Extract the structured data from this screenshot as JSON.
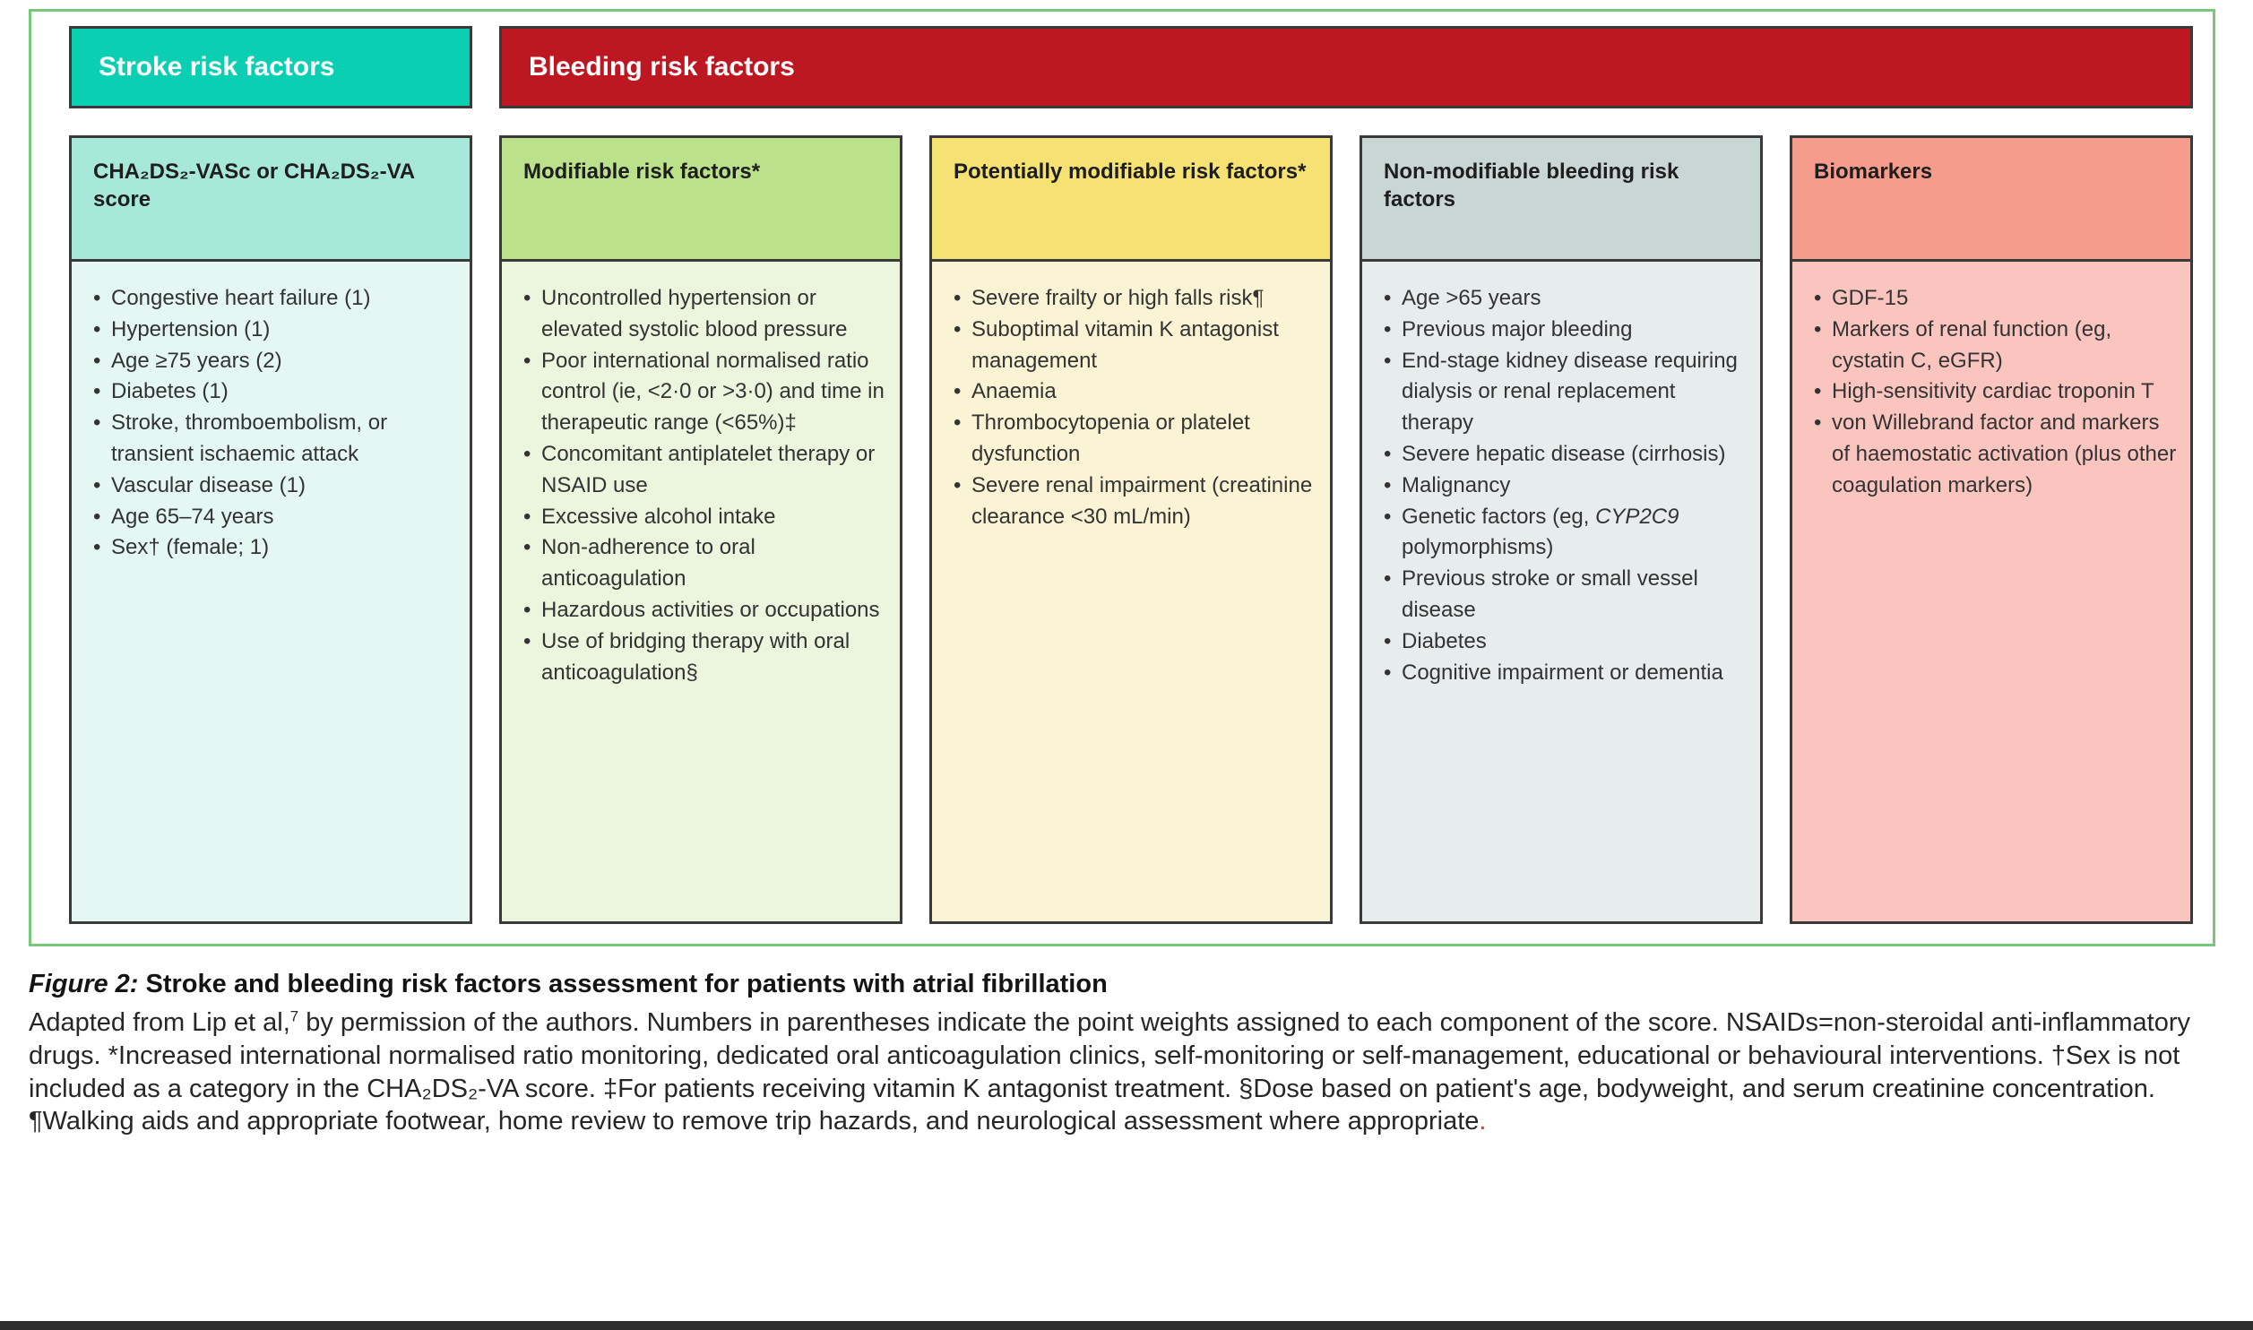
{
  "top_headers": {
    "stroke": "Stroke risk factors",
    "bleeding": "Bleeding risk factors"
  },
  "columns": [
    {
      "title": "CHA₂DS₂-VASc or CHA₂DS₂-VA score",
      "items": [
        "Congestive heart failure (1)",
        "Hypertension (1)",
        "Age ≥75 years (2)",
        "Diabetes (1)",
        "Stroke, thromboembolism, or transient ischaemic attack",
        "Vascular disease (1)",
        "Age 65–74 years",
        "Sex† (female; 1)"
      ]
    },
    {
      "title": "Modifiable risk factors*",
      "items": [
        "Uncontrolled hypertension or elevated systolic blood pressure",
        "Poor international normalised ratio control (ie, <2·0 or >3·0) and time in therapeutic range (<65%)‡",
        "Concomitant antiplatelet therapy or NSAID use",
        "Excessive alcohol intake",
        "Non-adherence to oral anticoagulation",
        "Hazardous activities or occupations",
        "Use of bridging therapy with oral anticoagulation§"
      ]
    },
    {
      "title": "Potentially modifiable risk factors*",
      "items": [
        "Severe frailty or high falls risk¶",
        "Suboptimal vitamin K antagonist management",
        "Anaemia",
        "Thrombocytopenia or platelet dysfunction",
        "Severe renal impairment (creatinine clearance <30 mL/min)"
      ]
    },
    {
      "title": "Non-modifiable bleeding risk factors",
      "items": [
        "Age >65 years",
        "Previous major bleeding",
        "End-stage kidney disease requiring dialysis or renal replacement therapy",
        "Severe hepatic disease (cirrhosis)",
        "Malignancy",
        {
          "pre": "Genetic factors (eg, ",
          "italic": "CYP2C9",
          "post": " polymorphisms)"
        },
        "Previous stroke or small vessel disease",
        "Diabetes",
        "Cognitive impairment or dementia"
      ]
    },
    {
      "title": "Biomarkers",
      "items": [
        "GDF-15",
        "Markers of renal function (eg, cystatin C, eGFR)",
        "High-sensitivity cardiac troponin T",
        "von Willebrand factor and markers of haemostatic activation (plus other coagulation markers)"
      ]
    }
  ],
  "caption": {
    "label": "Figure 2:",
    "title": " Stroke and bleeding risk factors assessment for patients with atrial fibrillation",
    "body1": "Adapted from Lip et al,",
    "ref": "7",
    "body2": " by permission of the authors. Numbers in parentheses indicate the point weights assigned to each component of the score. NSAIDs=non-steroidal anti-inflammatory drugs. *Increased international normalised ratio monitoring, dedicated oral anticoagulation clinics, self-monitoring or self-management, educational or behavioural interventions. †Sex is not included as a category in the CHA₂DS₂-VA score. ‡For patients receiving vitamin K antagonist treatment. §Dose based on patient's age, bodyweight, and serum creatinine concentration. ¶Walking aids and appropriate footwear, home review to remove trip hazards, and neurological assessment where appropriate",
    "period": "."
  },
  "colors": {
    "outer_border_green": "#79c779",
    "stroke_header_bg": "#0bcfb3",
    "bleeding_header_bg": "#bd1722",
    "col1_header_bg": "#a6e9db",
    "col1_body_bg": "#e4f7f2",
    "col2_header_bg": "#bbe18a",
    "col2_body_bg": "#ecf5dd",
    "col3_header_bg": "#f6e272",
    "col3_body_bg": "#faf4d4",
    "col4_header_bg": "#c8d7d4",
    "col4_body_bg": "#e7ecec",
    "col5_header_bg": "#f69c8d",
    "col5_body_bg": "#fbc5bf",
    "box_border": "#3a3a3a",
    "caption_final_period_red": "#e0382c",
    "bottom_bar": "#2e2e2e"
  }
}
